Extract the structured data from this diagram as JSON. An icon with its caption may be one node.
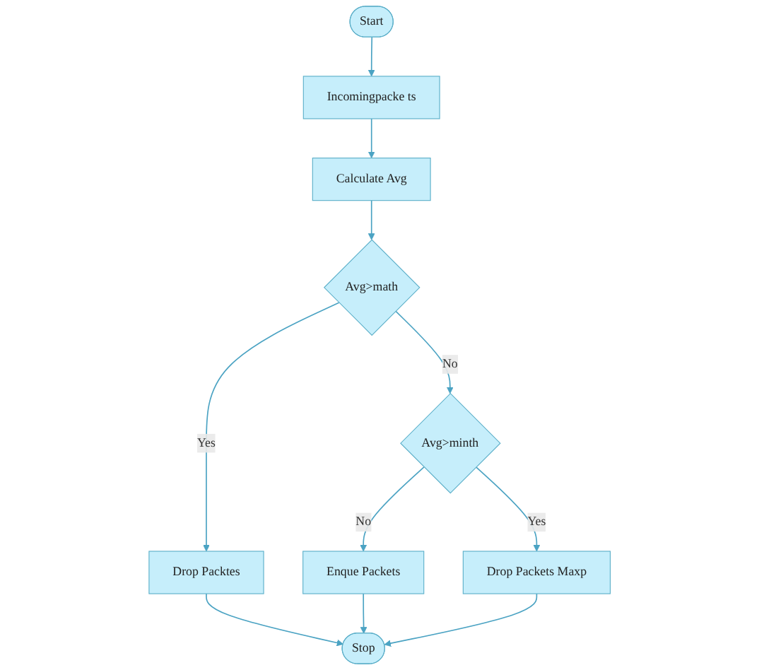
{
  "diagram": {
    "nodes": [
      {
        "text": [
          "Start"
        ]
      },
      {
        "text": [
          "Incomingpacke ts"
        ]
      },
      {
        "text": [
          "Calculate Avg"
        ]
      },
      {
        "text": [
          "Avg>math"
        ]
      },
      {
        "text": [
          "Avg>minth"
        ]
      },
      {
        "text": [
          "Drop Packtes"
        ]
      },
      {
        "text": [
          "Enque Packets"
        ]
      },
      {
        "text": [
          "Drop Packets Maxp"
        ]
      },
      {
        "text": [
          "Stop"
        ]
      }
    ],
    "edges": [
      {
        "from": 0,
        "to": 1,
        "arrow": "to"
      },
      {
        "from": 1,
        "to": 2,
        "arrow": "to"
      },
      {
        "from": 2,
        "to": 3,
        "arrow": "to"
      },
      {
        "from": 3,
        "to": 5,
        "arrow": "to",
        "label": "Yes"
      },
      {
        "from": 3,
        "to": 4,
        "arrow": "to",
        "label": "No"
      },
      {
        "from": 4,
        "to": 6,
        "arrow": "to",
        "label": "No"
      },
      {
        "from": 4,
        "to": 7,
        "arrow": "to",
        "label": "Yes"
      },
      {
        "from": 5,
        "to": 8,
        "arrow": "to"
      },
      {
        "from": 6,
        "to": 8,
        "arrow": "to"
      },
      {
        "from": 7,
        "to": 8,
        "arrow": "to"
      }
    ]
  }
}
